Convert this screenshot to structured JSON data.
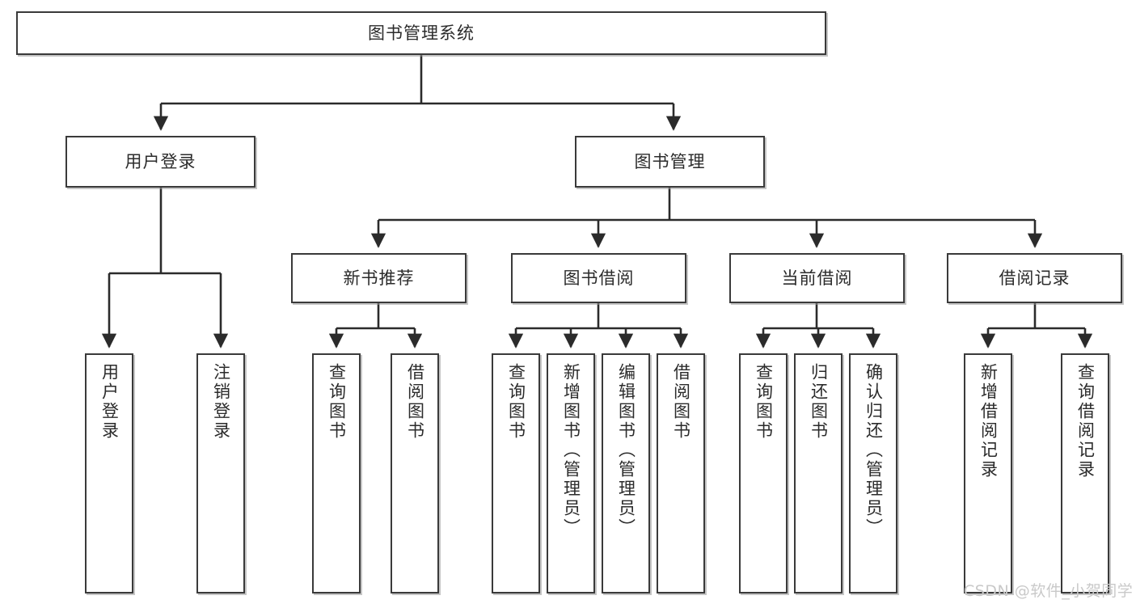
{
  "diagram": {
    "type": "tree",
    "title": "图书管理系统",
    "root": {
      "label": "图书管理系统"
    },
    "level2": [
      {
        "label": "用户登录"
      },
      {
        "label": "图书管理"
      }
    ],
    "level3": [
      {
        "label": "新书推荐"
      },
      {
        "label": "图书借阅"
      },
      {
        "label": "当前借阅"
      },
      {
        "label": "借阅记录"
      }
    ],
    "leaves": {
      "user_login": [
        {
          "label": "用户登录"
        },
        {
          "label": "注销登录"
        }
      ],
      "new_book_recommend": [
        {
          "label": "查询图书"
        },
        {
          "label": "借阅图书"
        }
      ],
      "book_borrow": [
        {
          "label": "查询图书"
        },
        {
          "label": "新增图书（管理员）"
        },
        {
          "label": "编辑图书（管理员）"
        },
        {
          "label": "借阅图书"
        }
      ],
      "current_borrow": [
        {
          "label": "查询图书"
        },
        {
          "label": "归还图书"
        },
        {
          "label": "确认归还（管理员）"
        }
      ],
      "borrow_record": [
        {
          "label": "新增借阅记录"
        },
        {
          "label": "查询借阅记录"
        }
      ]
    }
  },
  "watermark": {
    "text": "CSDN @软件_小贺同学"
  },
  "colors": {
    "box_border": "#3a3a3a",
    "box_fill": "#ffffff",
    "text": "#2b2b2b",
    "line": "#2b2b2b",
    "watermark": "#c9c9c9",
    "shadow": "#969696"
  }
}
